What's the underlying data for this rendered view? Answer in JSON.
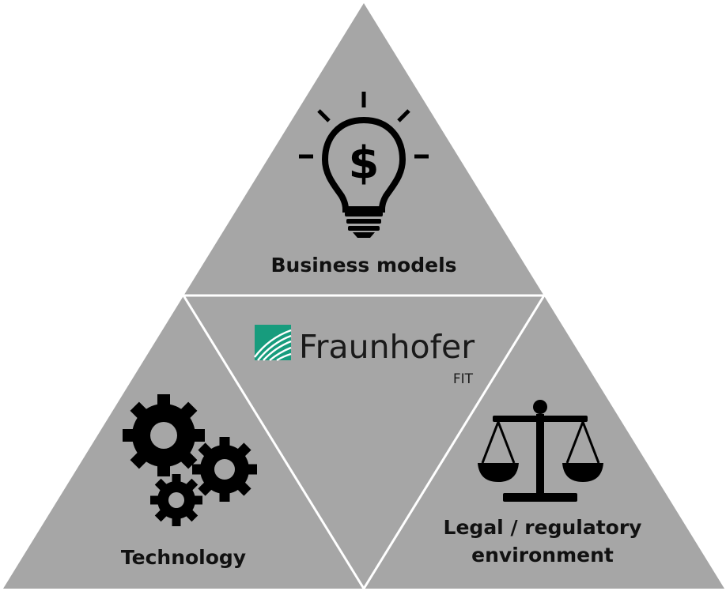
{
  "diagram": {
    "top_label": "Business models",
    "left_label": "Technology",
    "right_label_line1": "Legal / regulatory",
    "right_label_line2": "environment"
  },
  "logo": {
    "name": "Fraunhofer",
    "sub": "FIT"
  },
  "icons": {
    "top": "lightbulb-dollar-icon",
    "left": "gears-icon",
    "right": "scales-icon"
  },
  "colors": {
    "triangle_fill": "#a6a6a6",
    "divider": "#ffffff",
    "icon": "#000000",
    "logo_green": "#179c7d"
  }
}
